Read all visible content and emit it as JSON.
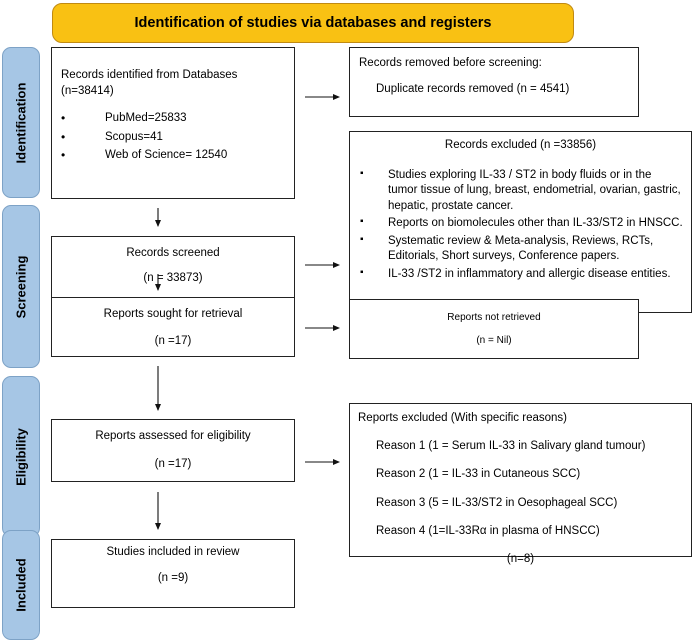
{
  "header": "Identification of studies via databases and registers",
  "phases": [
    "Identification",
    "Screening",
    "Eligibility",
    "Included"
  ],
  "identified": {
    "title": "Records identified from Databases",
    "count": "(n=38414)",
    "sources": [
      "PubMed=25833",
      "Scopus=41",
      "Web of Science= 12540"
    ]
  },
  "removed": {
    "title": "Records removed before screening:",
    "line": "Duplicate records removed (n = 4541)"
  },
  "excluded_records": {
    "title": "Records excluded (n =33856)",
    "items": [
      "Studies exploring IL-33 / ST2 in body fluids or in the tumor tissue of lung, breast, endometrial, ovarian, gastric, hepatic, prostate cancer.",
      "Reports on biomolecules other than IL-33/ST2 in HNSCC.",
      "Systematic review & Meta-analysis, Reviews, RCTs, Editorials, Short surveys, Conference papers.",
      "IL-33 /ST2 in inflammatory and allergic disease entities."
    ]
  },
  "screened": {
    "title": "Records screened",
    "count": "(n = 33873)"
  },
  "sought": {
    "title": "Reports sought for retrieval",
    "count": "(n =17)"
  },
  "not_retrieved": {
    "title": "Reports not retrieved",
    "count": "(n = Nil)"
  },
  "assessed": {
    "title": "Reports assessed for eligibility",
    "count": "(n =17)"
  },
  "excluded_reports": {
    "title": "Reports excluded (With specific reasons)",
    "reasons": [
      "Reason 1 (1 = Serum IL-33 in Salivary gland tumour)",
      "Reason 2 (1 = IL-33 in Cutaneous SCC)",
      "Reason 3 (5 = IL-33/ST2 in Oesophageal SCC)",
      "Reason 4 (1=IL-33Rα in plasma of HNSCC)"
    ],
    "count": "(n=8)"
  },
  "included": {
    "title": "Studies included in review",
    "count": "(n =9)"
  },
  "colors": {
    "header": "#f9c113",
    "phase": "#a6c6e5",
    "border": "#222222"
  }
}
